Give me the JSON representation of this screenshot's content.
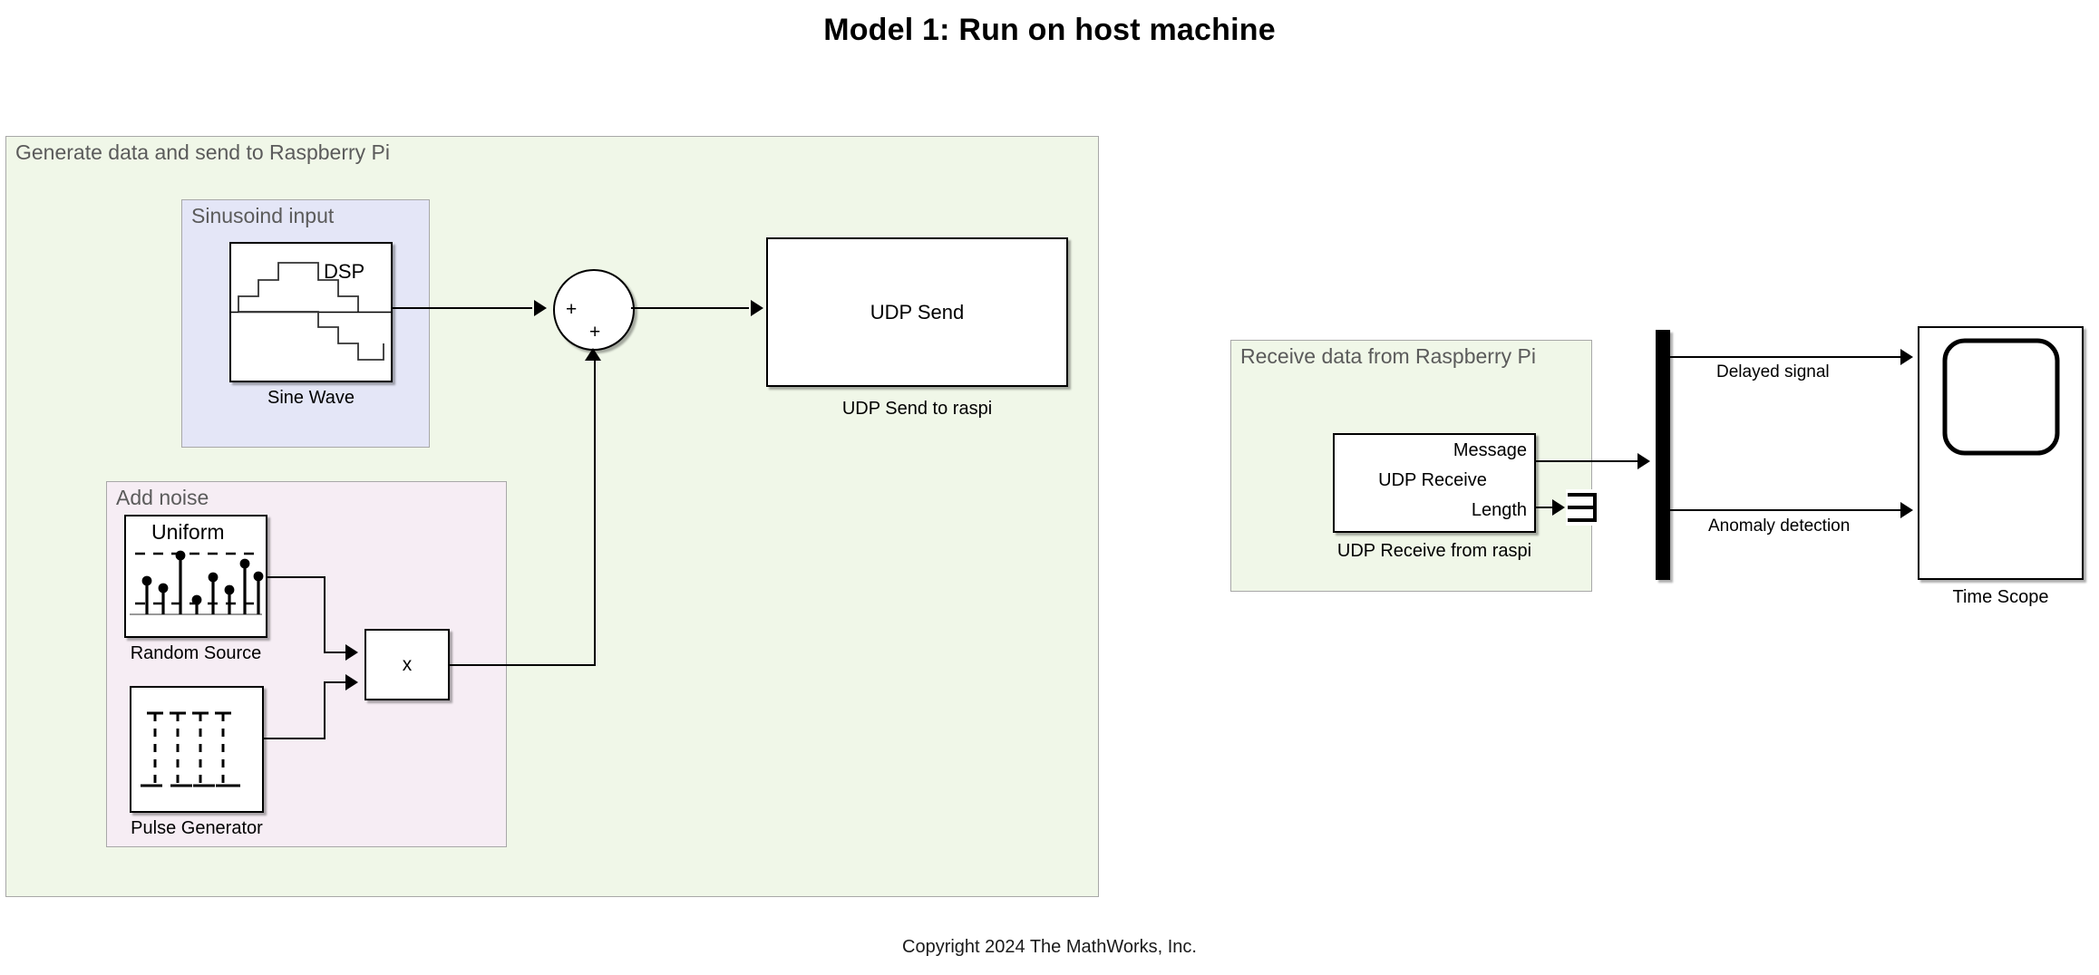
{
  "page": {
    "title": "Model 1: Run on host machine",
    "copyright": "Copyright 2024 The MathWorks, Inc."
  },
  "colors": {
    "background": "#ffffff",
    "generate_area": "#f0f7e8",
    "sinusoid_area": "#e4e6f7",
    "noise_area": "#f6edf4",
    "receive_area": "#f0f7e8",
    "area_border": "#a8a8a8",
    "area_label_text": "#5b5b5b",
    "block_border": "#000000",
    "block_fill": "#ffffff",
    "wire": "#000000"
  },
  "areas": {
    "generate": {
      "label": "Generate data and send to Raspberry Pi"
    },
    "sinusoid": {
      "label": "Sinusoind input"
    },
    "noise": {
      "label": "Add noise"
    },
    "receive": {
      "label": "Receive data from Raspberry Pi"
    }
  },
  "blocks": {
    "sine_wave": {
      "icon_text": "DSP",
      "caption": "Sine Wave",
      "icon": "stepped-sine-icon"
    },
    "random_source": {
      "icon_text": "Uniform",
      "caption": "Random Source",
      "icon": "stem-plot-icon"
    },
    "pulse_generator": {
      "caption": "Pulse Generator",
      "icon": "pulse-train-icon"
    },
    "product": {
      "icon_text": "x",
      "icon": "multiply-icon"
    },
    "sum": {
      "sign_left": "+",
      "sign_bottom": "+",
      "icon": "sum-circle-icon"
    },
    "udp_send": {
      "icon_text": "UDP Send",
      "caption": "UDP Send to raspi"
    },
    "udp_receive": {
      "icon_text": "UDP Receive",
      "port_message": "Message",
      "port_length": "Length",
      "caption": "UDP Receive from raspi"
    },
    "terminator": {
      "icon": "terminator-icon"
    },
    "demux": {
      "icon": "demux-bar-icon"
    },
    "time_scope": {
      "caption": "Time Scope",
      "icon": "scope-screen-icon"
    }
  },
  "signals": {
    "delayed": "Delayed signal",
    "anomaly": "Anomaly detection"
  }
}
